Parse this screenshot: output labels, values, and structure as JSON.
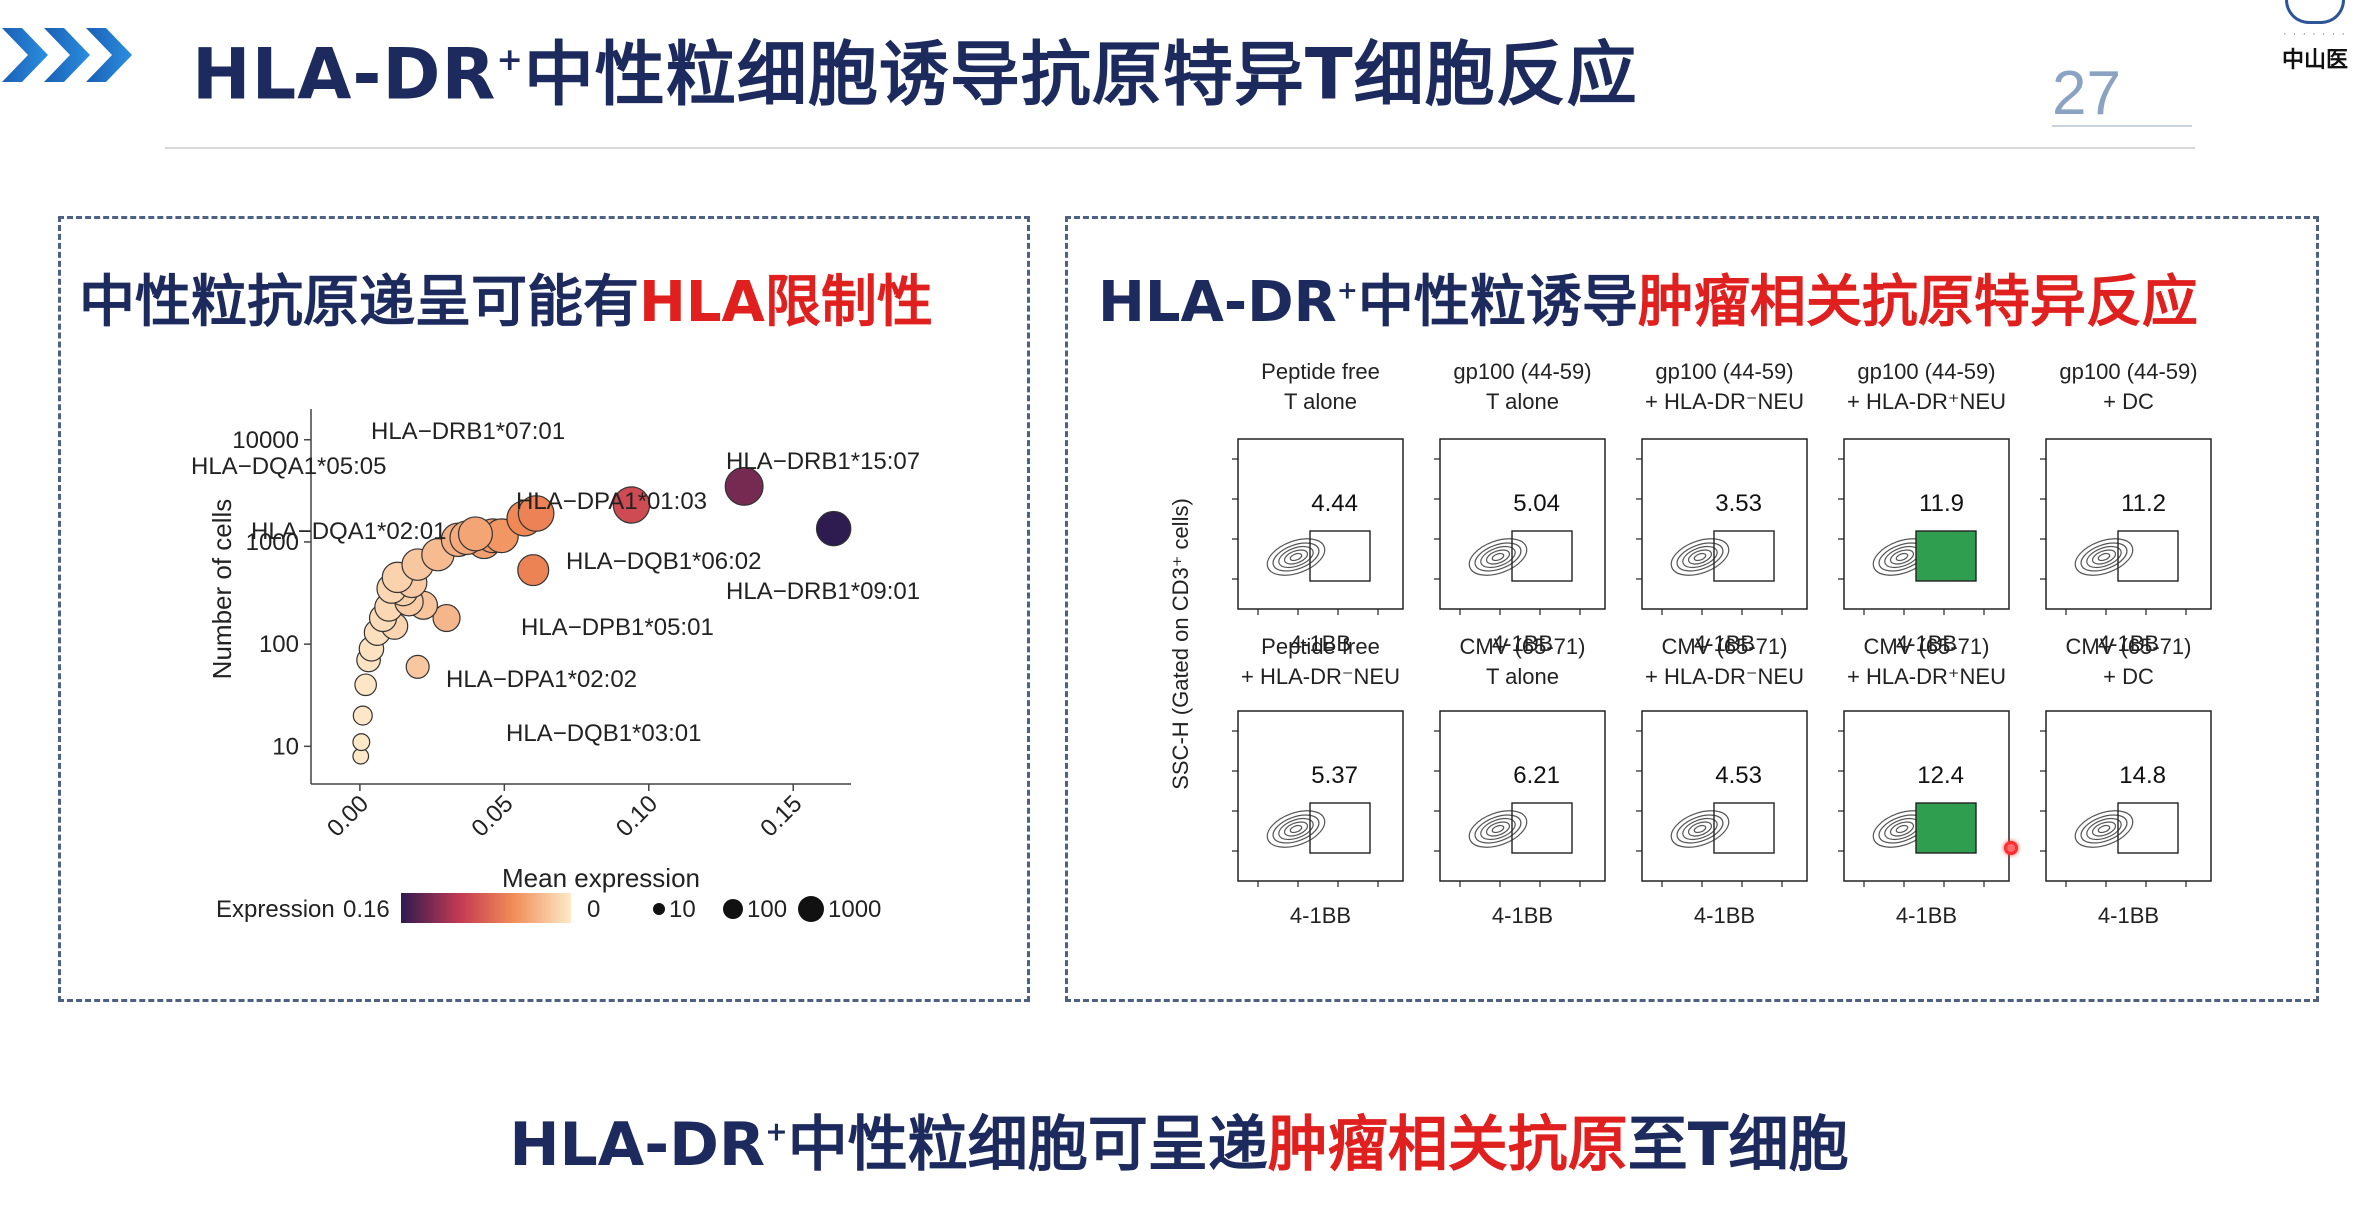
{
  "slide": {
    "title_main": "HLA-DR",
    "title_sup": "+",
    "title_rest": "中性粒细胞诱导抗原特异T细胞反应",
    "page_number": "27",
    "logo_sub": "· · · · · · ·",
    "logo_text": "中山医"
  },
  "left_panel": {
    "title_a": "中性粒抗原递呈可能有",
    "title_b": "HLA限制性",
    "chart_data": {
      "type": "scatter",
      "xlabel": "Mean expression",
      "ylabel": "Number of cells",
      "x_scale": "linear",
      "y_scale": "log",
      "xlim": [
        -0.01,
        0.17
      ],
      "ylim": [
        6,
        20000
      ],
      "x_ticks": [
        0.0,
        0.05,
        0.1,
        0.15
      ],
      "x_tick_labels": [
        "0.00",
        "0.05",
        "0.10",
        "0.15"
      ],
      "y_ticks": [
        10,
        100,
        1000,
        10000
      ],
      "y_tick_labels": [
        "10",
        "100",
        "1000",
        "10000"
      ],
      "grid": false,
      "color_legend_title": "Expression",
      "color_legend_max": "0.16",
      "color_legend_min": "0",
      "size_legend": [
        "10",
        "100",
        "1000"
      ],
      "colors": {
        "low": "#fde9c9",
        "mid": "#f08a55",
        "high": "#c53a54",
        "max": "#2e1b4f"
      },
      "points": [
        {
          "label": "HLA−DRB1*07:01",
          "x": 0.061,
          "y": 1900
        },
        {
          "label": "HLA−DQA1*05:05",
          "x": 0.04,
          "y": 1200
        },
        {
          "label": "HLA−DRB1*15:07",
          "x": 0.133,
          "y": 3500
        },
        {
          "label": "HLA−DPA1*01:03",
          "x": 0.094,
          "y": 2300
        },
        {
          "label": "HLA−DQA1*02:01",
          "x": 0.046,
          "y": 1150
        },
        {
          "label": "HLA−DQB1*06:02",
          "x": 0.057,
          "y": 1700
        },
        {
          "label": "HLA−DRB1*09:01",
          "x": 0.164,
          "y": 1350
        },
        {
          "label": "HLA−DPB1*05:01",
          "x": 0.06,
          "y": 530
        },
        {
          "label": "HLA−DPA1*02:02",
          "x": 0.03,
          "y": 180
        },
        {
          "label": "HLA−DQB1*03:01",
          "x": 0.02,
          "y": 60
        },
        {
          "label": "",
          "x": 0.034,
          "y": 1050
        },
        {
          "label": "",
          "x": 0.037,
          "y": 1100
        },
        {
          "label": "",
          "x": 0.043,
          "y": 1000
        },
        {
          "label": "",
          "x": 0.049,
          "y": 1150
        },
        {
          "label": "",
          "x": 0.027,
          "y": 750
        },
        {
          "label": "",
          "x": 0.02,
          "y": 600
        },
        {
          "label": "",
          "x": 0.018,
          "y": 400
        },
        {
          "label": "",
          "x": 0.015,
          "y": 330
        },
        {
          "label": "",
          "x": 0.013,
          "y": 450
        },
        {
          "label": "",
          "x": 0.011,
          "y": 350
        },
        {
          "label": "",
          "x": 0.017,
          "y": 260
        },
        {
          "label": "",
          "x": 0.022,
          "y": 240
        },
        {
          "label": "",
          "x": 0.01,
          "y": 230
        },
        {
          "label": "",
          "x": 0.008,
          "y": 180
        },
        {
          "label": "",
          "x": 0.012,
          "y": 150
        },
        {
          "label": "",
          "x": 0.006,
          "y": 130
        },
        {
          "label": "",
          "x": 0.004,
          "y": 90
        },
        {
          "label": "",
          "x": 0.003,
          "y": 70
        },
        {
          "label": "",
          "x": 0.002,
          "y": 40
        },
        {
          "label": "",
          "x": 0.001,
          "y": 20
        },
        {
          "label": "",
          "x": 0.0005,
          "y": 11
        },
        {
          "label": "",
          "x": 0.0003,
          "y": 8
        }
      ]
    }
  },
  "right_panel": {
    "title_a": "HLA-DR",
    "title_sup": "+",
    "title_b": "中性粒诱导",
    "title_c": "肿瘤相关抗原特异反应",
    "y_axis_label": "SSC-H (Gated on CD3⁺ cells)",
    "x_axis_label": "4-1BB",
    "panels": [
      {
        "line1": "Peptide free",
        "line2": "T alone",
        "value": "4.44",
        "highlight": false
      },
      {
        "line1": "gp100 (44-59)",
        "line2": "T alone",
        "value": "5.04",
        "highlight": false
      },
      {
        "line1": "gp100 (44-59)",
        "line2": "+ HLA-DR⁻NEU",
        "value": "3.53",
        "highlight": false
      },
      {
        "line1": "gp100 (44-59)",
        "line2": "+ HLA-DR⁺NEU",
        "value": "11.9",
        "highlight": true
      },
      {
        "line1": "gp100 (44-59)",
        "line2": "+ DC",
        "value": "11.2",
        "highlight": false
      },
      {
        "line1": "Peptide free",
        "line2": "+ HLA-DR⁻NEU",
        "value": "5.37",
        "highlight": false
      },
      {
        "line1": "CMV (65-71)",
        "line2": "T alone",
        "value": "6.21",
        "highlight": false
      },
      {
        "line1": "CMV (65-71)",
        "line2": "+ HLA-DR⁻NEU",
        "value": "4.53",
        "highlight": false
      },
      {
        "line1": "CMV (65-71)",
        "line2": "+ HLA-DR⁺NEU",
        "value": "12.4",
        "highlight": true
      },
      {
        "line1": "CMV (65-71)",
        "line2": "+ DC",
        "value": "14.8",
        "highlight": false
      }
    ],
    "highlight_color": "#2f9e4f"
  },
  "bottom_caption": {
    "a": "HLA-DR",
    "sup": "+",
    "b": "中性粒细胞可呈递",
    "c": "肿瘤相关抗原",
    "d": "至T细胞"
  }
}
